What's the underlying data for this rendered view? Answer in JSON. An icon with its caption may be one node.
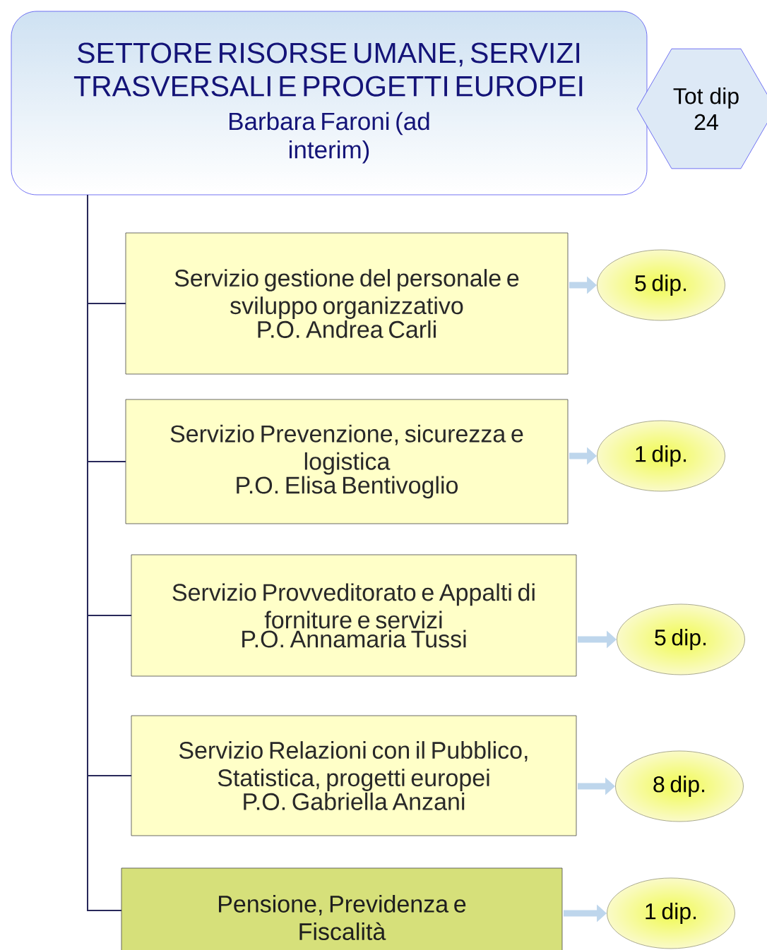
{
  "diagram": {
    "nodes": [
      {
        "text": [
          "SETTORE RISORSE UMANE, SERVIZI TRASVERSALI E PROGETTI EUROPEI",
          "Barbara Faroni (ad interim)"
        ]
      },
      {
        "text": [
          "Tot dip 24"
        ]
      },
      {
        "text": [
          "Servizio gestione del personale e sviluppo organizzativo",
          "P.O.  Andrea Carli"
        ]
      },
      {
        "text": [
          "Servizio Prevenzione, sicurezza e logistica",
          "P.O. Elisa Bentivoglio"
        ]
      },
      {
        "text": [
          "Servizio Provveditorato e Appalti di forniture e servizi",
          "P.O. Annamaria Tussi"
        ]
      },
      {
        "text": [
          "Servizio Relazioni con il Pubblico, Statistica, progetti europei",
          "P.O. Gabriella Anzani"
        ]
      },
      {
        "text": [
          "Pensione, Previdenza e Fiscalità"
        ]
      },
      {
        "text": [
          "5 dip."
        ]
      },
      {
        "text": [
          "1 dip."
        ]
      },
      {
        "text": [
          "5 dip."
        ]
      },
      {
        "text": [
          "8 dip."
        ]
      },
      {
        "text": [
          "1 dip."
        ]
      }
    ],
    "edges": [
      {
        "from": 0,
        "to": 2,
        "arrow": "none"
      },
      {
        "from": 0,
        "to": 3,
        "arrow": "none"
      },
      {
        "from": 0,
        "to": 4,
        "arrow": "none"
      },
      {
        "from": 0,
        "to": 5,
        "arrow": "none"
      },
      {
        "from": 0,
        "to": 6,
        "arrow": "none"
      },
      {
        "from": 2,
        "to": 7,
        "arrow": "to",
        "style": "thick",
        "color": "#bed6ec"
      },
      {
        "from": 3,
        "to": 8,
        "arrow": "to",
        "style": "thick",
        "color": "#bed6ec"
      },
      {
        "from": 4,
        "to": 9,
        "arrow": "to",
        "style": "thick",
        "color": "#bed6ec"
      },
      {
        "from": 5,
        "to": 10,
        "arrow": "to",
        "style": "thick",
        "color": "#bed6ec"
      },
      {
        "from": 6,
        "to": 11,
        "arrow": "to",
        "style": "thick",
        "color": "#bed6ec"
      }
    ]
  }
}
